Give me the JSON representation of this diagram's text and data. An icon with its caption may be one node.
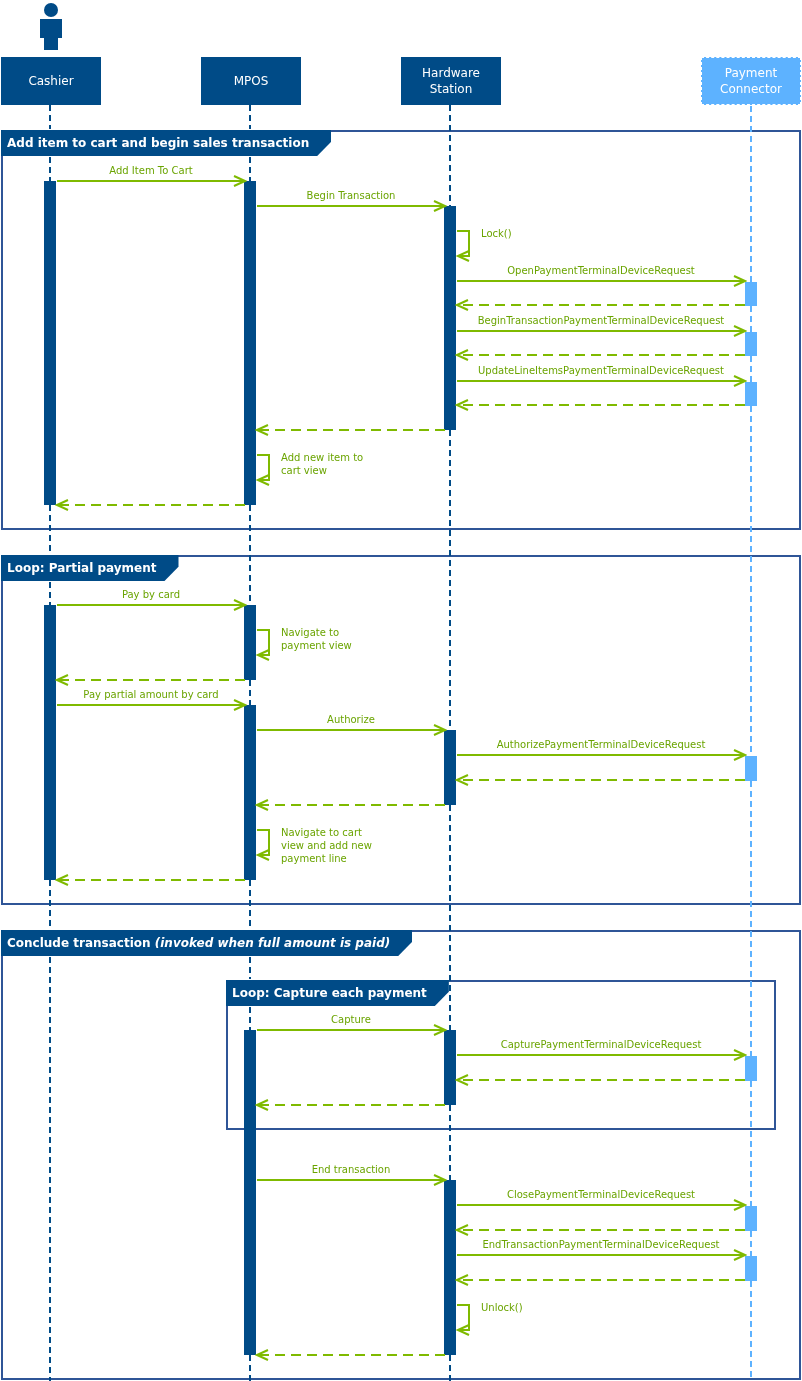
{
  "diagram": {
    "nodes": [
      {
        "text": [
          "Cashier"
        ]
      },
      {
        "text": [
          "MPOS"
        ]
      },
      {
        "text": [
          "Hardware Station"
        ]
      },
      {
        "text": [
          "Payment Connector"
        ]
      }
    ],
    "labels": [
      "Add item to cart and begin sales transaction",
      "Loop: Partial payment",
      "Conclude transaction *(invoked when full amount is paid)*",
      "Loop: Capture each payment"
    ],
    "edges": [
      {
        "from": 0,
        "to": 1,
        "arrow": "to",
        "label": "Add Item To Cart"
      },
      {
        "from": 1,
        "to": 2,
        "arrow": "to",
        "label": "Begin Transaction"
      },
      {
        "from": 2,
        "to": 2,
        "arrow": "to",
        "label": "Lock()"
      },
      {
        "from": 2,
        "to": 3,
        "arrow": "to",
        "label": "OpenPaymentTerminalDeviceRequest"
      },
      {
        "from": 3,
        "to": 2,
        "arrow": "to",
        "style": "dashed"
      },
      {
        "from": 2,
        "to": 3,
        "arrow": "to",
        "label": "BeginTransactionPaymentTerminalDeviceRequest"
      },
      {
        "from": 3,
        "to": 2,
        "arrow": "to",
        "style": "dashed"
      },
      {
        "from": 2,
        "to": 3,
        "arrow": "to",
        "label": "UpdateLineItemsPaymentTerminalDeviceRequest"
      },
      {
        "from": 3,
        "to": 2,
        "arrow": "to",
        "style": "dashed"
      },
      {
        "from": 2,
        "to": 1,
        "arrow": "to",
        "style": "dashed"
      },
      {
        "from": 1,
        "to": 1,
        "arrow": "to",
        "label": "Add new item to cart view"
      },
      {
        "from": 1,
        "to": 0,
        "arrow": "to",
        "style": "dashed"
      },
      {
        "from": 0,
        "to": 1,
        "arrow": "to",
        "label": "Pay by card"
      },
      {
        "from": 1,
        "to": 1,
        "arrow": "to",
        "label": "Navigate to payment view"
      },
      {
        "from": 1,
        "to": 0,
        "arrow": "to",
        "style": "dashed"
      },
      {
        "from": 0,
        "to": 1,
        "arrow": "to",
        "label": "Pay partial amount by card"
      },
      {
        "from": 1,
        "to": 2,
        "arrow": "to",
        "label": "Authorize"
      },
      {
        "from": 2,
        "to": 3,
        "arrow": "to",
        "label": "AuthorizePaymentTerminalDeviceRequest"
      },
      {
        "from": 3,
        "to": 2,
        "arrow": "to",
        "style": "dashed"
      },
      {
        "from": 2,
        "to": 1,
        "arrow": "to",
        "style": "dashed"
      },
      {
        "from": 1,
        "to": 1,
        "arrow": "to",
        "label": "Navigate to cart view and add new payment line"
      },
      {
        "from": 1,
        "to": 0,
        "arrow": "to",
        "style": "dashed"
      },
      {
        "from": 1,
        "to": 2,
        "arrow": "to",
        "label": "Capture"
      },
      {
        "from": 2,
        "to": 3,
        "arrow": "to",
        "label": "CapturePaymentTerminalDeviceRequest"
      },
      {
        "from": 3,
        "to": 2,
        "arrow": "to",
        "style": "dashed"
      },
      {
        "from": 2,
        "to": 1,
        "arrow": "to",
        "style": "dashed"
      },
      {
        "from": 1,
        "to": 2,
        "arrow": "to",
        "label": "End transaction"
      },
      {
        "from": 2,
        "to": 3,
        "arrow": "to",
        "label": "ClosePaymentTerminalDeviceRequest"
      },
      {
        "from": 3,
        "to": 2,
        "arrow": "to",
        "style": "dashed"
      },
      {
        "from": 2,
        "to": 3,
        "arrow": "to",
        "label": "EndTransactionPaymentTerminalDeviceRequest"
      },
      {
        "from": 3,
        "to": 2,
        "arrow": "to",
        "style": "dashed"
      },
      {
        "from": 2,
        "to": 2,
        "arrow": "to",
        "label": "Unlock()"
      },
      {
        "from": 2,
        "to": 1,
        "arrow": "to",
        "style": "dashed"
      }
    ]
  }
}
